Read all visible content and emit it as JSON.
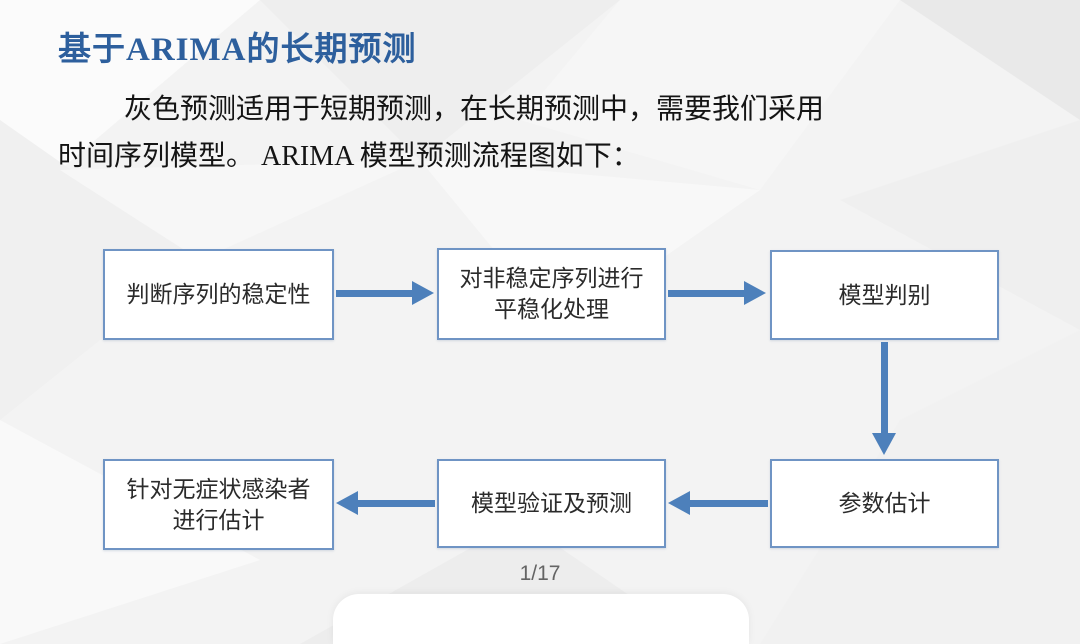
{
  "slide": {
    "title": "基于ARIMA的长期预测",
    "body": {
      "line1": "灰色预测适用于短期预测，在长期预测中，需要我们采用",
      "line2": "时间序列模型。 ARIMA 模型预测流程图如下："
    },
    "page_indicator": "1/17"
  },
  "flowchart": {
    "nodes": [
      {
        "id": "stationarity-check",
        "label": "判断序列的稳定性"
      },
      {
        "id": "stationarize",
        "label": "对非稳定序列进行\n平稳化处理"
      },
      {
        "id": "model-identification",
        "label": "模型判别"
      },
      {
        "id": "parameter-estimation",
        "label": "参数估计"
      },
      {
        "id": "model-validation-forecast",
        "label": "模型验证及预测"
      },
      {
        "id": "asymptomatic-estimation",
        "label": "针对无症状感染者\n进行估计"
      }
    ],
    "edges": [
      {
        "from": "stationarity-check",
        "to": "stationarize",
        "direction": "right"
      },
      {
        "from": "stationarize",
        "to": "model-identification",
        "direction": "right"
      },
      {
        "from": "model-identification",
        "to": "parameter-estimation",
        "direction": "down"
      },
      {
        "from": "parameter-estimation",
        "to": "model-validation-forecast",
        "direction": "left"
      },
      {
        "from": "model-validation-forecast",
        "to": "asymptomatic-estimation",
        "direction": "left"
      }
    ]
  },
  "colors": {
    "title_blue": "#2d5f9d",
    "arrow_blue": "#4d80bb",
    "box_border_blue": "#6f94c4",
    "box_fill": "#ffffff",
    "body_text": "#141414",
    "page_indicator_gray": "#646464",
    "background_gray": "#f2f2f2"
  }
}
